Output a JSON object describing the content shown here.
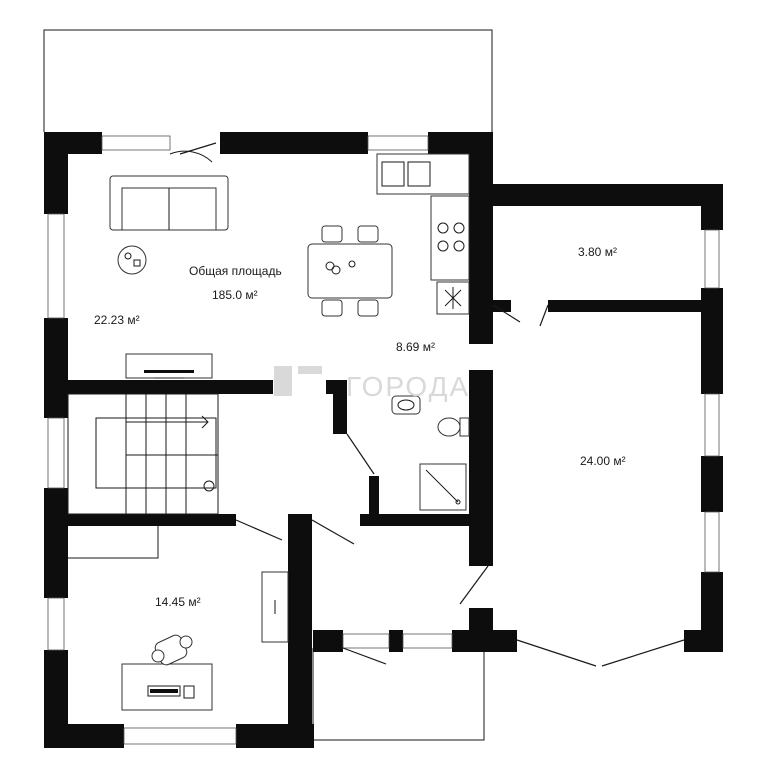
{
  "plan": {
    "total_area_label": "Общая площадь",
    "total_area_value": "185.0 м²",
    "watermark": "ГОРОДА",
    "rooms": [
      {
        "id": "living",
        "area": "22.23 м²"
      },
      {
        "id": "kitchen",
        "area": "8.69 м²"
      },
      {
        "id": "storage",
        "area": "3.80 м²"
      },
      {
        "id": "garage",
        "area": "24.00 м²"
      },
      {
        "id": "office",
        "area": "14.45 м²"
      }
    ]
  }
}
